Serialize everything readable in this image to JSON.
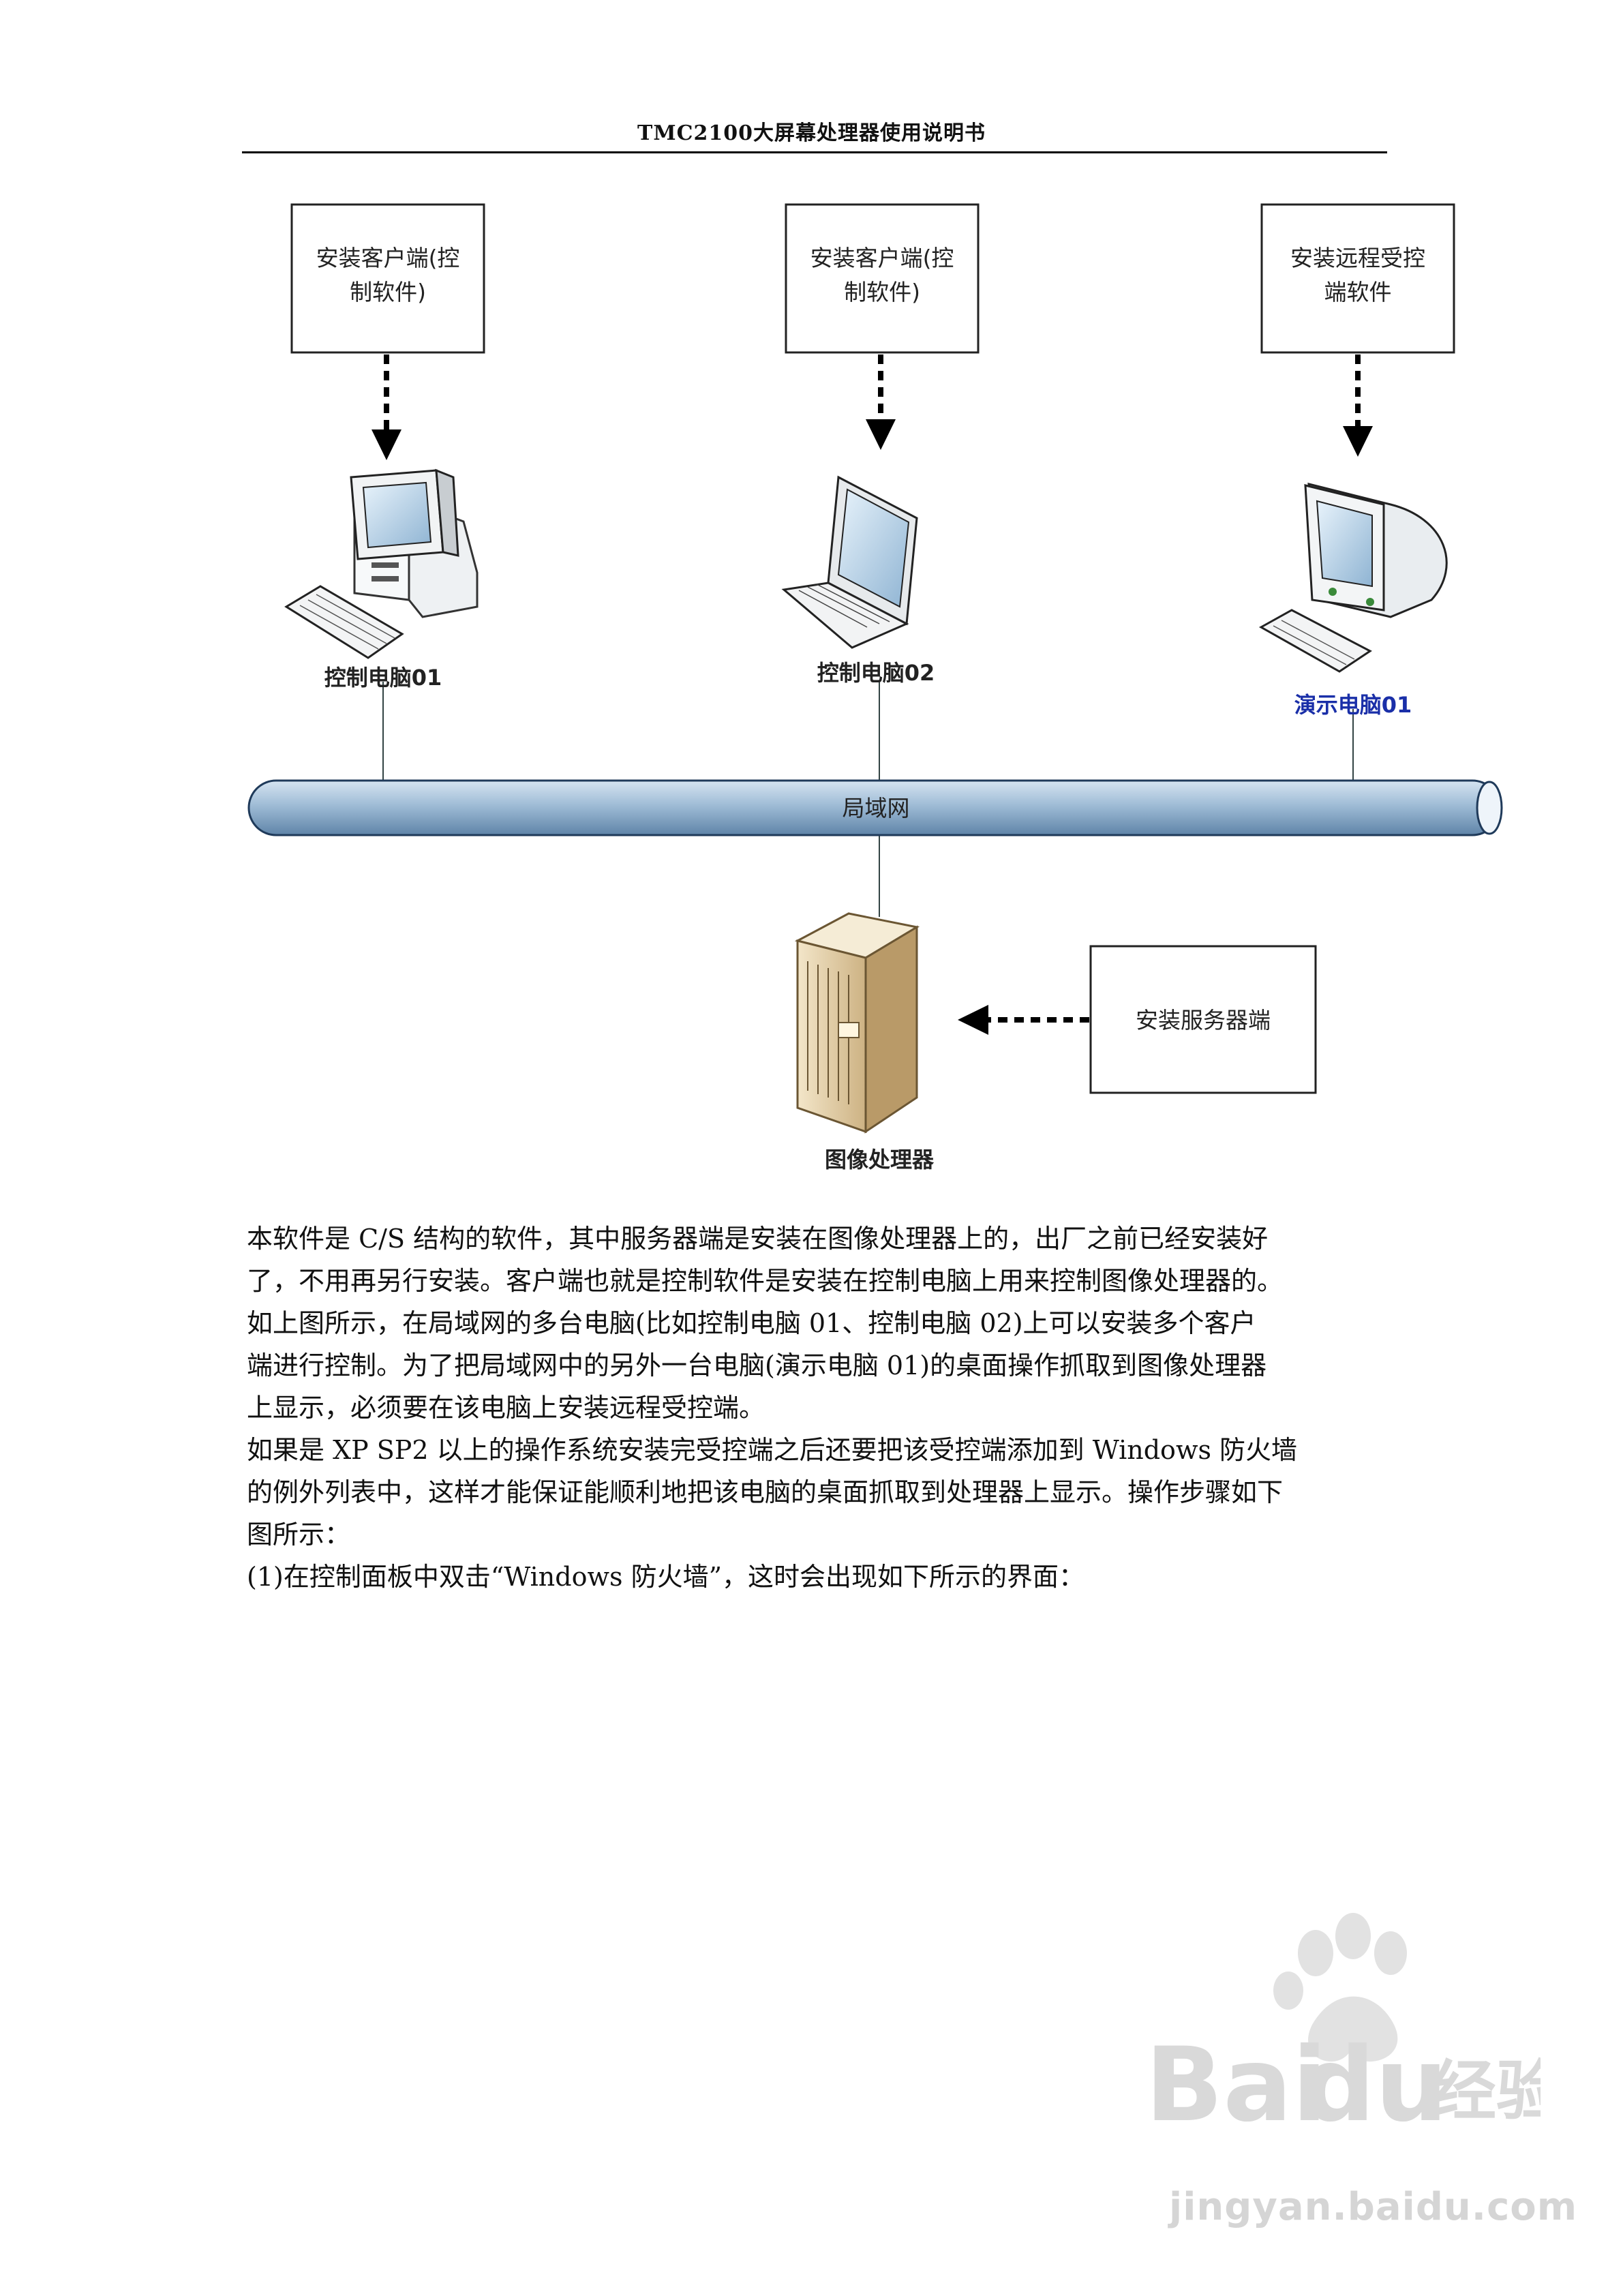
{
  "header": {
    "title": "TMC2100大屏幕处理器使用说明书"
  },
  "diagram": {
    "boxes": [
      {
        "line1": "安装客户端(控",
        "line2": "制软件)"
      },
      {
        "line1": "安装客户端(控",
        "line2": "制软件)"
      },
      {
        "line1": "安装远程受控",
        "line2": "端软件"
      },
      {
        "line1": "安装服务器端",
        "line2": ""
      }
    ],
    "devices": [
      {
        "label": "控制电脑01",
        "icon": "desktop-computer-icon"
      },
      {
        "label": "控制电脑02",
        "icon": "laptop-icon"
      },
      {
        "label": "演示电脑01",
        "icon": "crt-monitor-icon",
        "color": "#1a2fa8"
      }
    ],
    "network_label": "局域网",
    "server_label": "图像处理器",
    "server_icon": "server-tower-icon",
    "colors": {
      "pipe_fill": "#a9c4dc",
      "pipe_stroke": "#1f3a5a",
      "server_fill": "#e6d3ae"
    }
  },
  "body": {
    "lines": [
      "本软件是 C/S 结构的软件，其中服务器端是安装在图像处理器上的，出厂之前已经安装好",
      "了，不用再另行安装。客户端也就是控制软件是安装在控制电脑上用来控制图像处理器的。",
      "如上图所示，在局域网的多台电脑(比如控制电脑 01、控制电脑 02)上可以安装多个客户",
      "端进行控制。为了把局域网中的另外一台电脑(演示电脑 01)的桌面操作抓取到图像处理器",
      "上显示，必须要在该电脑上安装远程受控端。",
      "如果是 XP SP2 以上的操作系统安装完受控端之后还要把该受控端添加到 Windows 防火墙",
      "的例外列表中，这样才能保证能顺利地把该电脑的桌面抓取到处理器上显示。操作步骤如下",
      "图所示：",
      "(1)在控制面板中双击“Windows 防火墙”，这时会出现如下所示的界面："
    ]
  },
  "watermark": {
    "brand": "Bai",
    "brand2": "du",
    "suffix": "经验",
    "url": "jingyan.baidu.com"
  }
}
